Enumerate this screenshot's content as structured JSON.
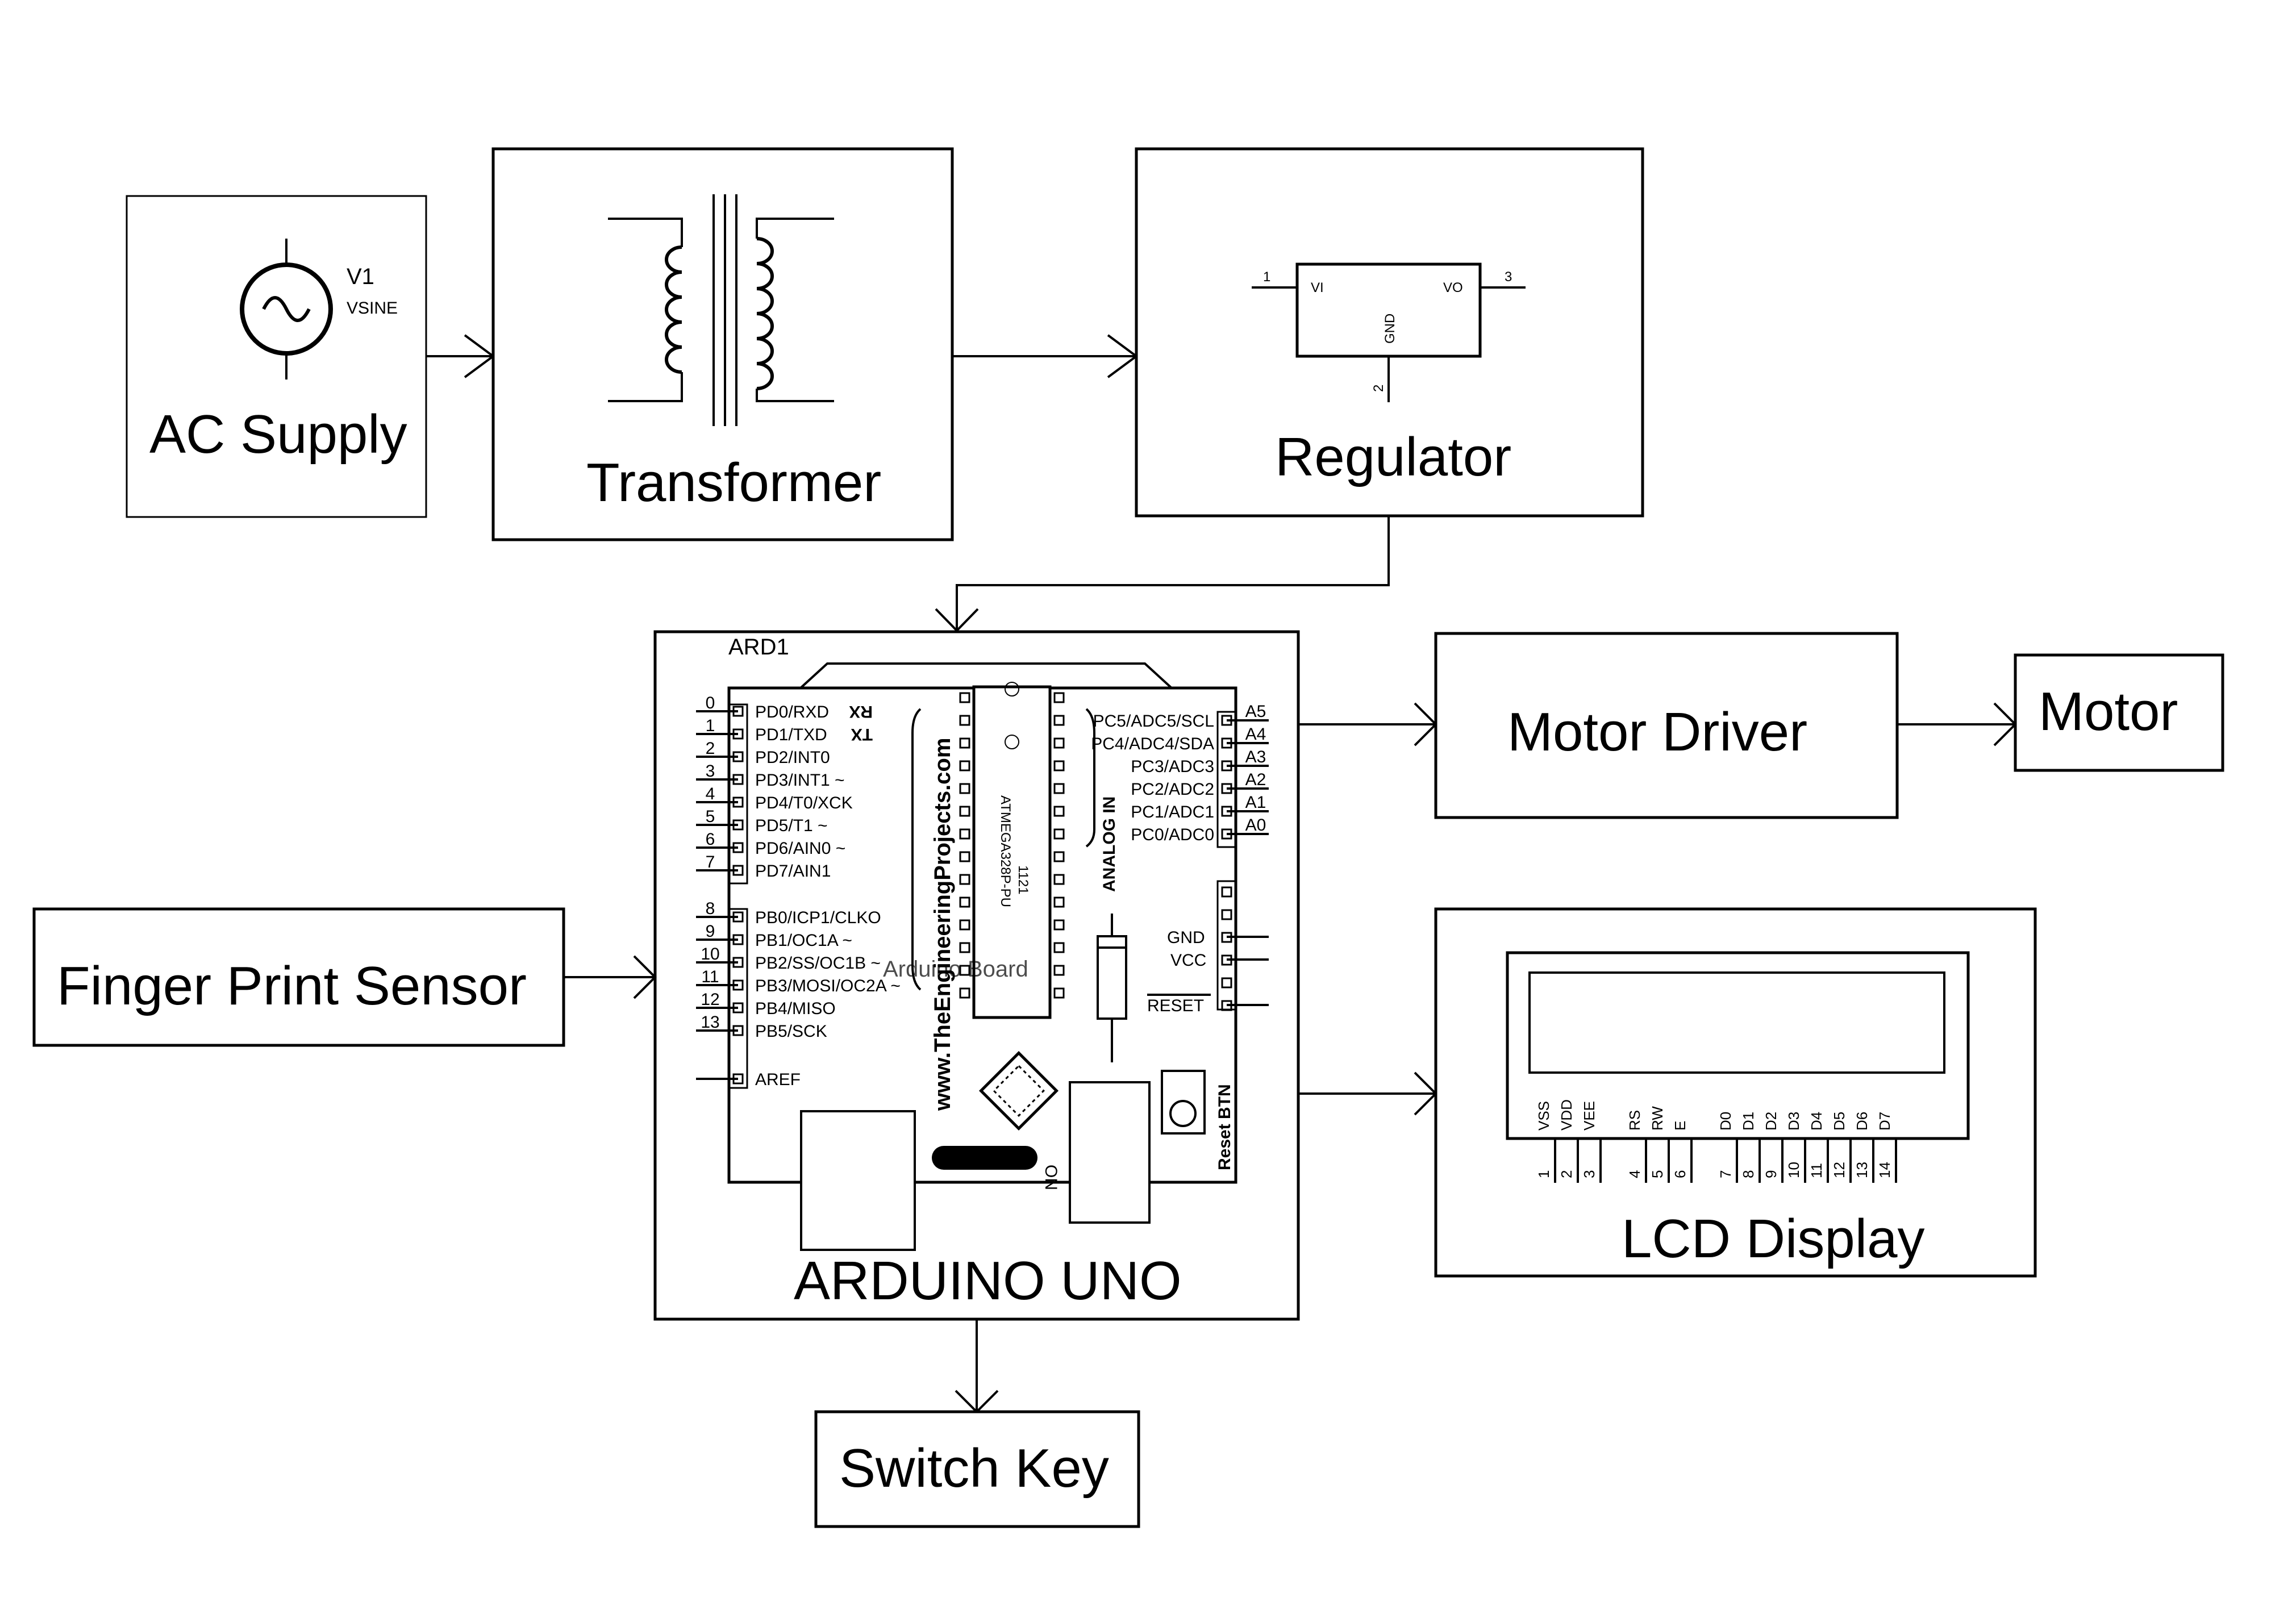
{
  "blocks": {
    "ac_supply": "AC Supply",
    "transformer": "Transformer",
    "regulator": "Regulator",
    "arduino": "ARDUINO UNO",
    "motor_driver": "Motor Driver",
    "motor": "Motor",
    "fingerprint": "Finger Print Sensor",
    "lcd": "LCD Display",
    "switch_key": "Switch Key"
  },
  "source": {
    "ref": "V1",
    "type": "VSINE"
  },
  "reg": {
    "vi": "VI",
    "vo": "VO",
    "gnd": "GND",
    "pin1": "1",
    "pin2": "2",
    "pin3": "3"
  },
  "board": {
    "ref": "ARD1",
    "watermark": "www.TheEngineeringProjects.com",
    "chip_code": "1121",
    "chip_name": "ATMEGA328P-PU",
    "board_label": "Arduino Board",
    "analog_in": "ANALOG IN",
    "reset_btn": "Reset BTN",
    "on": "ON",
    "rx": "RX",
    "tx": "TX",
    "gnd": "GND",
    "vcc": "VCC",
    "reset": "RESET",
    "aref": "AREF",
    "digital_pins": [
      {
        "num": "0",
        "name": "PD0/RXD"
      },
      {
        "num": "1",
        "name": "PD1/TXD"
      },
      {
        "num": "2",
        "name": "PD2/INT0"
      },
      {
        "num": "3",
        "name": "PD3/INT1 ~"
      },
      {
        "num": "4",
        "name": "PD4/T0/XCK"
      },
      {
        "num": "5",
        "name": "PD5/T1 ~"
      },
      {
        "num": "6",
        "name": "PD6/AIN0 ~"
      },
      {
        "num": "7",
        "name": "PD7/AIN1"
      },
      {
        "num": "8",
        "name": "PB0/ICP1/CLKO"
      },
      {
        "num": "9",
        "name": "PB1/OC1A ~"
      },
      {
        "num": "10",
        "name": "PB2/SS/OC1B ~"
      },
      {
        "num": "11",
        "name": "PB3/MOSI/OC2A ~"
      },
      {
        "num": "12",
        "name": "PB4/MISO"
      },
      {
        "num": "13",
        "name": "PB5/SCK"
      }
    ],
    "analog_pins": [
      {
        "num": "A5",
        "name": "PC5/ADC5/SCL"
      },
      {
        "num": "A4",
        "name": "PC4/ADC4/SDA"
      },
      {
        "num": "A3",
        "name": "PC3/ADC3"
      },
      {
        "num": "A2",
        "name": "PC2/ADC2"
      },
      {
        "num": "A1",
        "name": "PC1/ADC1"
      },
      {
        "num": "A0",
        "name": "PC0/ADC0"
      }
    ]
  },
  "lcd_pins": [
    {
      "name": "VSS",
      "num": "1"
    },
    {
      "name": "VDD",
      "num": "2"
    },
    {
      "name": "VEE",
      "num": "3"
    },
    {
      "name": "RS",
      "num": "4"
    },
    {
      "name": "RW",
      "num": "5"
    },
    {
      "name": "E",
      "num": "6"
    },
    {
      "name": "D0",
      "num": "7"
    },
    {
      "name": "D1",
      "num": "8"
    },
    {
      "name": "D2",
      "num": "9"
    },
    {
      "name": "D3",
      "num": "10"
    },
    {
      "name": "D4",
      "num": "11"
    },
    {
      "name": "D5",
      "num": "12"
    },
    {
      "name": "D6",
      "num": "13"
    },
    {
      "name": "D7",
      "num": "14"
    }
  ]
}
